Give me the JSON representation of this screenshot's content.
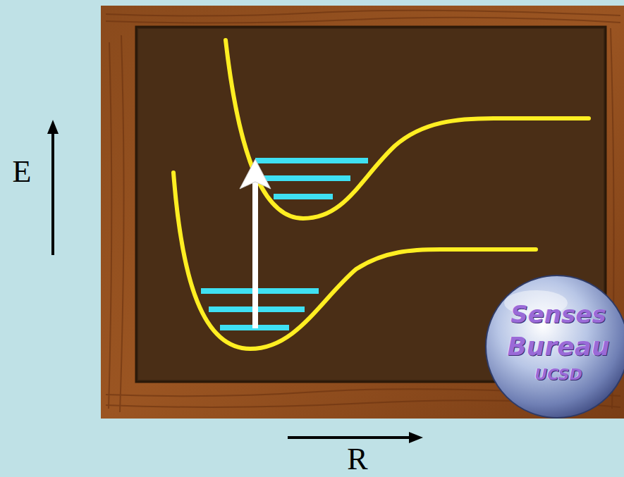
{
  "diagram": {
    "labels": [
      "E",
      "R",
      "Senses",
      "Bureau",
      "UCSD"
    ]
  }
}
